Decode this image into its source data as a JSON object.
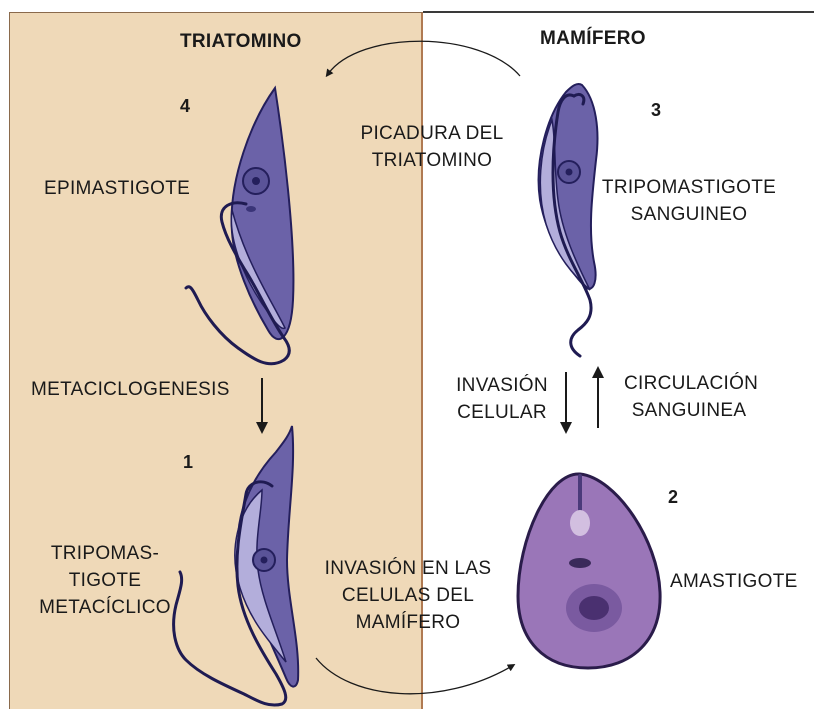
{
  "panels": {
    "left_title": "TRIATOMINO",
    "right_title": "MAMÍFERO"
  },
  "stages": [
    {
      "number": "4",
      "name": "EPIMASTIGOTE"
    },
    {
      "number": "1",
      "name_lines": [
        "TRIPOMAS-",
        "TIGOTE",
        "METACÍCLICO"
      ]
    },
    {
      "number": "2",
      "name": "AMASTIGOTE"
    },
    {
      "number": "3",
      "name_lines": [
        "TRIPOMASTIGOTE",
        "SANGUINEO"
      ]
    }
  ],
  "transitions": {
    "bite": [
      "PICADURA DEL",
      "TRIATOMINO"
    ],
    "metacyclogenesis": "METACICLOGENESIS",
    "cell_invasion": [
      "INVASIÓN",
      "CELULAR"
    ],
    "blood_circulation": [
      "CIRCULACIÓN",
      "SANGUINEA"
    ],
    "mammal_cell_invasion": [
      "INVASIÓN EN LAS",
      "CELULAS DEL",
      "MAMÍFERO"
    ]
  },
  "colors": {
    "triatomine_panel": "#efd9b8",
    "parasite_body": "#6b62a8",
    "parasite_membrane": "#b3aedb",
    "flagellum": "#1f1b52",
    "amastigote": "#9a76b8",
    "arrow": "#1a1a1a"
  }
}
